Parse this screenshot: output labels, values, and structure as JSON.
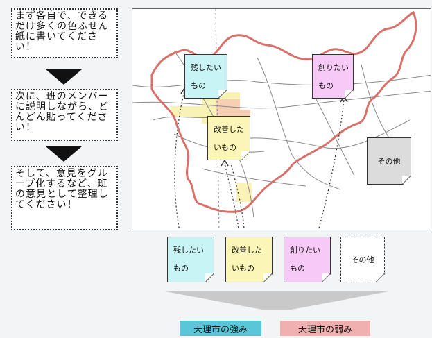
{
  "steps": [
    "まず各自で、できるだけ多くの色ふせん紙に書いてください！",
    "次に、班のメンバーに説明しながら、どんどん貼ってください！",
    "そして、意見をグループ化するなど、班の意見として整理してください！"
  ],
  "map_notes": [
    {
      "line1": "残したい",
      "line2": "もの",
      "color": "#c8f4f6"
    },
    {
      "line1": "創りたい",
      "line2": "もの",
      "color": "#f7c9f7"
    },
    {
      "line1": "改善した",
      "line2": "いもの",
      "color": "#fbf6b8"
    },
    {
      "label": "その他",
      "color": "#dcdcdc"
    }
  ],
  "bottom_notes": [
    {
      "line1": "残したい",
      "line2": "もの",
      "color": "#c8f4f6"
    },
    {
      "line1": "改善した",
      "line2": "いもの",
      "color": "#fbf6b8"
    },
    {
      "line1": "創りたい",
      "line2": "もの",
      "color": "#f7c9f7"
    },
    {
      "label": "その他",
      "color": "#ffffff"
    }
  ],
  "banners": [
    {
      "label": "天理市の強み",
      "color": "#5bc6d8"
    },
    {
      "label": "天理市の弱み",
      "color": "#f0b0b0"
    }
  ]
}
